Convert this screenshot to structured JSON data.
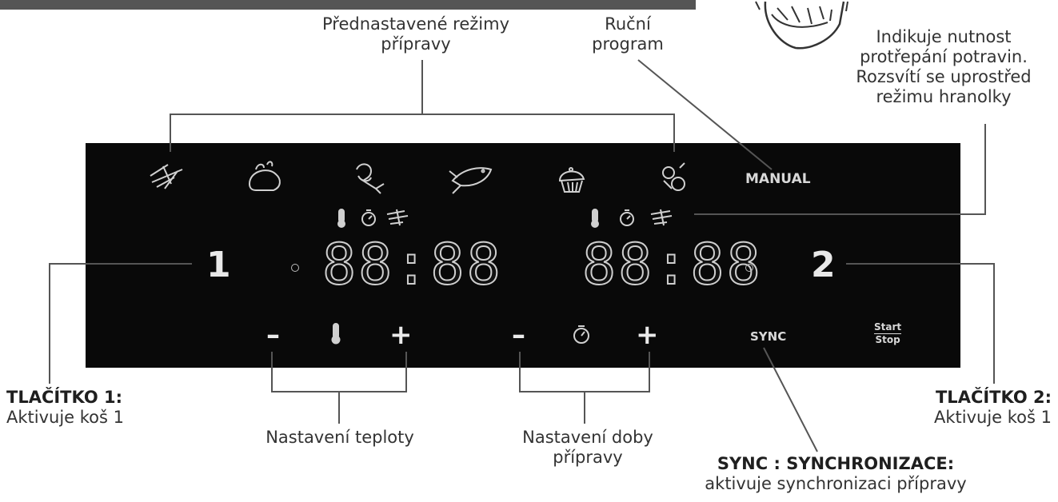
{
  "callouts": {
    "modes_line1": "Přednastavené režimy",
    "modes_line2": "přípravy",
    "manual_line1": "Ruční",
    "manual_line2": "program",
    "shake_line1": "Indikuje nutnost",
    "shake_line2": "protřepání potravin.",
    "shake_line3": "Rozsvítí se uprostřed",
    "shake_line4": "režimu hranolky",
    "button1_title": "TLAČÍTKO 1:",
    "button1_desc": "Aktivuje koš 1",
    "button2_title": "TLAČÍTKO 2:",
    "button2_desc": "Aktivuje koš 1",
    "temp_setting": "Nastavení teploty",
    "time_line1": "Nastavení doby",
    "time_line2": "přípravy",
    "sync_title_key": "SYNC",
    "sync_title_rest": " : SYNCHRONIZACE:",
    "sync_desc": "aktivuje synchronizaci přípravy"
  },
  "panel": {
    "manual_label": "MANUAL",
    "zone1_number": "1",
    "zone2_number": "2",
    "display1": "88:88",
    "display2": "88:88",
    "minus": "–",
    "plus": "+",
    "sync_label": "SYNC",
    "start_label": "Start",
    "stop_label": "Stop"
  },
  "icons": {
    "modes": [
      "fries-icon",
      "chicken-icon",
      "drumstick-icon",
      "fish-icon",
      "muffin-icon",
      "vegetables-icon"
    ],
    "indicators": [
      "thermometer-icon",
      "timer-icon",
      "shake-icon"
    ]
  },
  "colors": {
    "panel": "#090909",
    "panel_text": "#e8e8e8",
    "label_text": "#333333",
    "lines": "#555555"
  }
}
